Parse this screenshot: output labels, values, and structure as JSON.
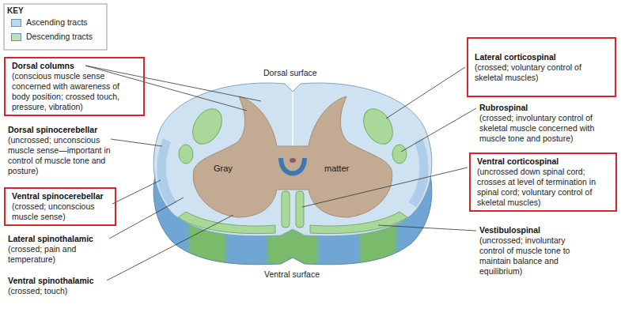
{
  "diagram": {
    "nodes": [
      {
        "text": [
          "Dorsal columns",
          "(conscious muscle sense concerned with awareness of body position; crossed touch, pressure, vibration)"
        ]
      },
      {
        "text": [
          "Lateral corticospinal",
          "(crossed; voluntary control of skeletal muscles)"
        ]
      },
      {
        "text": [
          "Ventral corticospinal",
          "(uncrossed down spinal cord; crosses at level of termination in spinal cord; voluntary control of skeletal muscles)"
        ]
      },
      {
        "text": [
          "Ventral spinocerebellar",
          "(crossed; unconscious muscle sense)"
        ]
      }
    ],
    "labels": [
      "KEY",
      "Dorsal surface",
      "Dorsal spinocerebellar",
      "(uncrossed; unconscious muscle sense—important in control of muscle tone and posture)",
      "Rubrospinal",
      "(crossed; involuntary control of skeletal muscle concerned with muscle tone and posture)",
      "Gray",
      "matter",
      "Lateral spinothalamic",
      "(crossed; pain and temperature)",
      "Vestibulospinal",
      "(uncrossed; involuntary control of muscle tone to maintain balance and equilibrium)",
      "Ventral spinothalamic",
      "(crossed; touch)",
      "Ventral surface"
    ],
    "legend": [
      {
        "text": "Ascending tracts",
        "color": "#bcd8ee"
      },
      {
        "text": "Descending tracts",
        "color": "#bfe0b0"
      }
    ]
  }
}
